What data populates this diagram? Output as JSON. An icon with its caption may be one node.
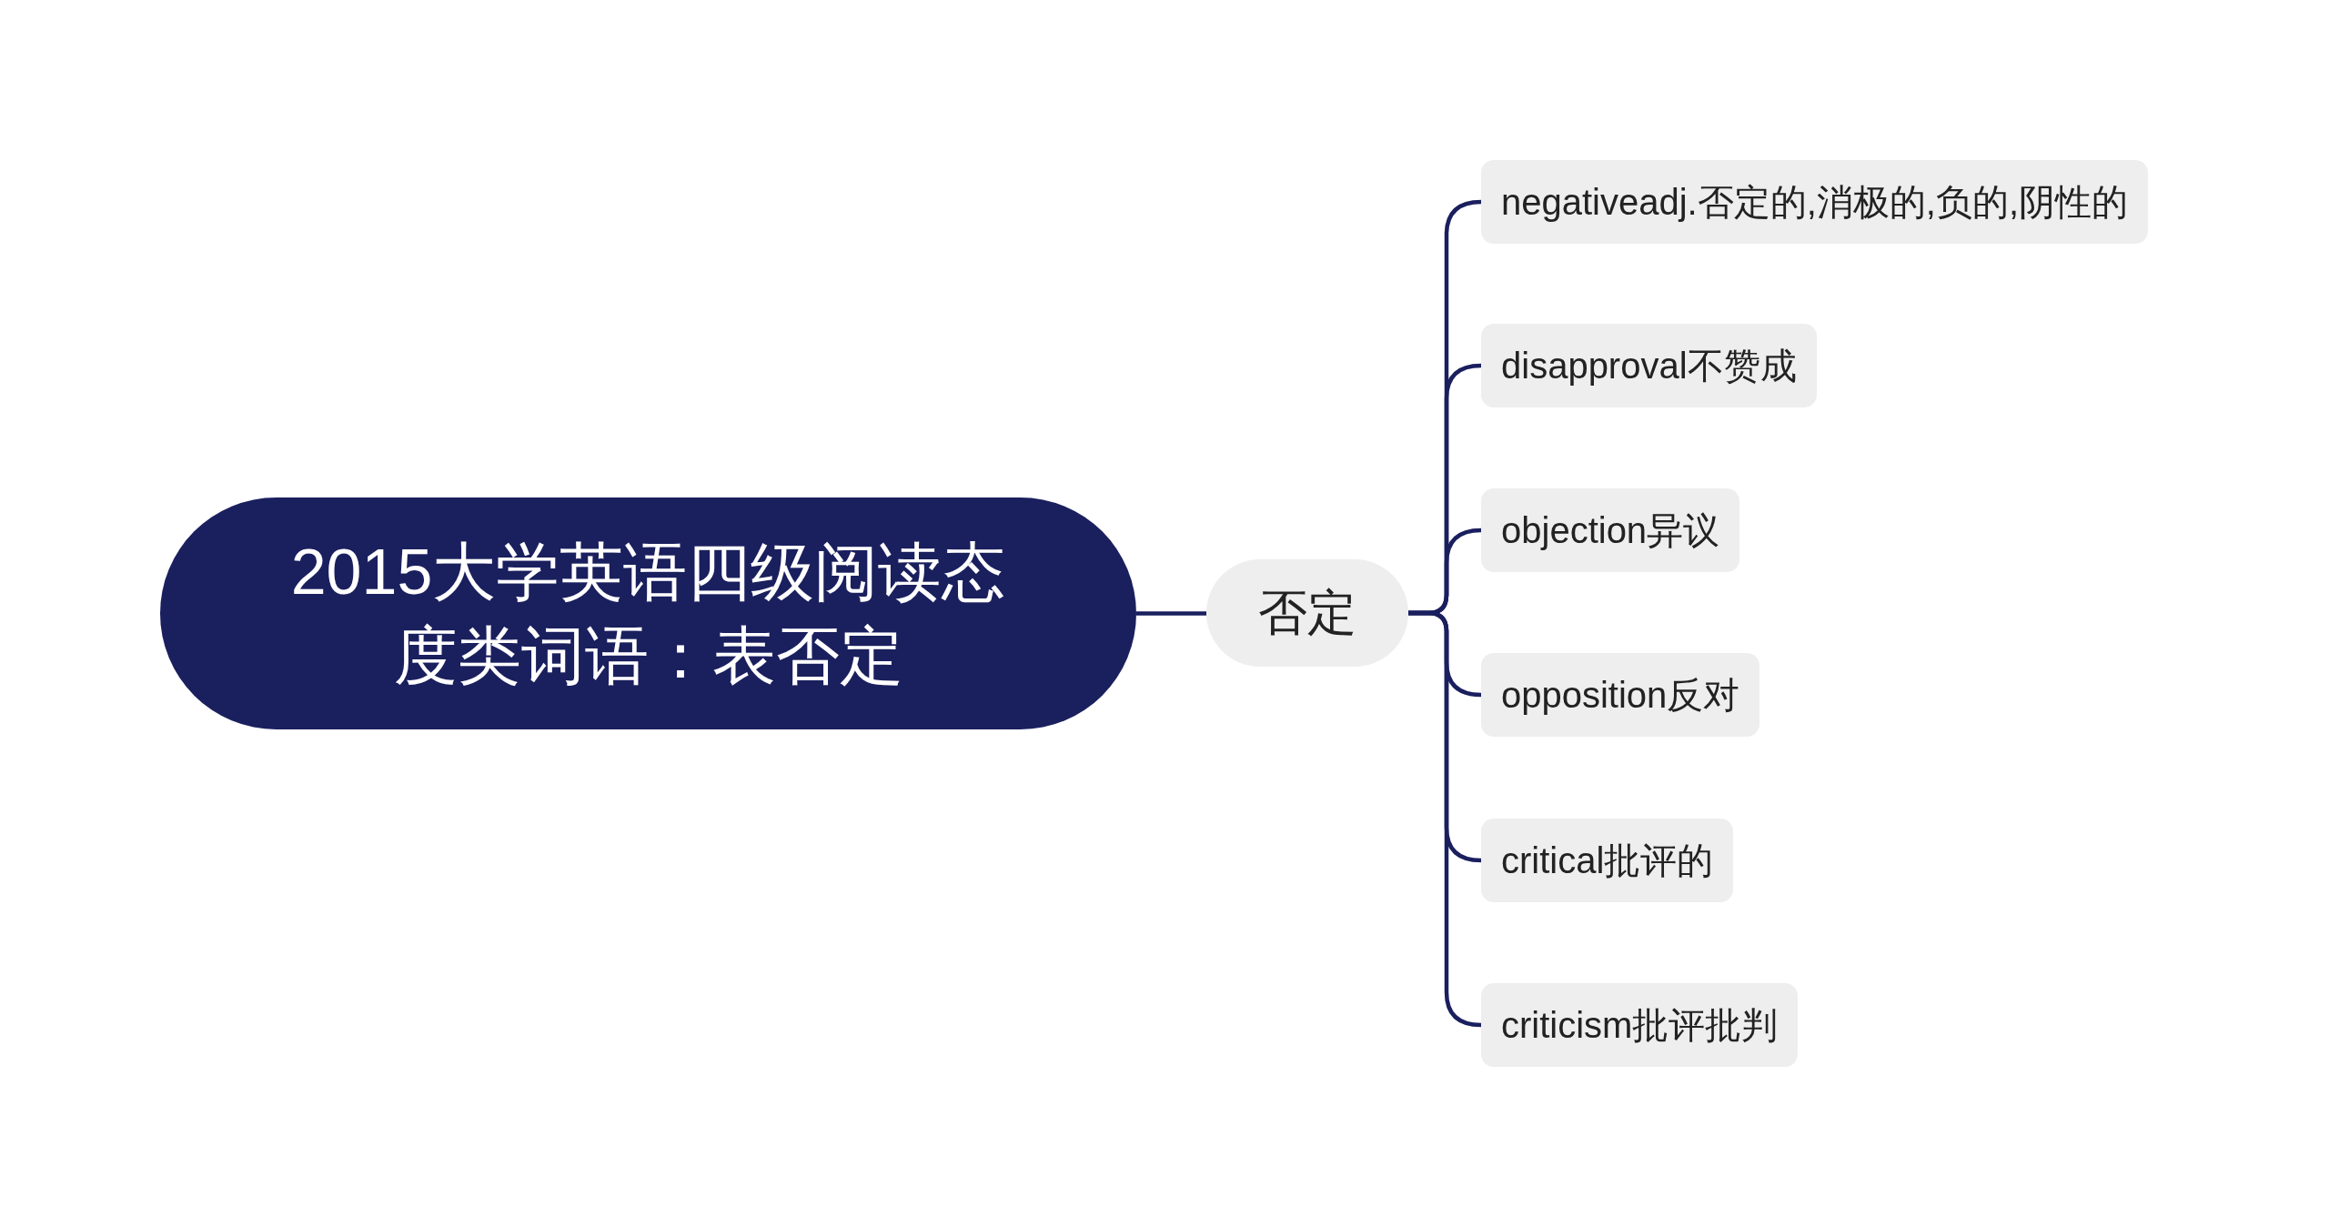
{
  "diagram": {
    "nodes": [
      {
        "text": [
          "2015大学英语四级阅读态度类词语：表否定"
        ]
      },
      {
        "text": [
          "否定"
        ]
      },
      {
        "text": [
          "negativeadj.否定的,消极的,负的,阴性的"
        ]
      },
      {
        "text": [
          "disapproval不赞成"
        ]
      },
      {
        "text": [
          "objection异议"
        ]
      },
      {
        "text": [
          "opposition反对"
        ]
      },
      {
        "text": [
          "critical批评的"
        ]
      },
      {
        "text": [
          "criticism批评批判"
        ]
      }
    ],
    "edges": [
      {
        "from": 0,
        "to": 1,
        "arrow": "none"
      },
      {
        "from": 1,
        "to": 2,
        "arrow": "none"
      },
      {
        "from": 1,
        "to": 3,
        "arrow": "none"
      },
      {
        "from": 1,
        "to": 4,
        "arrow": "none"
      },
      {
        "from": 1,
        "to": 5,
        "arrow": "none"
      },
      {
        "from": 1,
        "to": 6,
        "arrow": "none"
      },
      {
        "from": 1,
        "to": 7,
        "arrow": "none"
      }
    ]
  }
}
